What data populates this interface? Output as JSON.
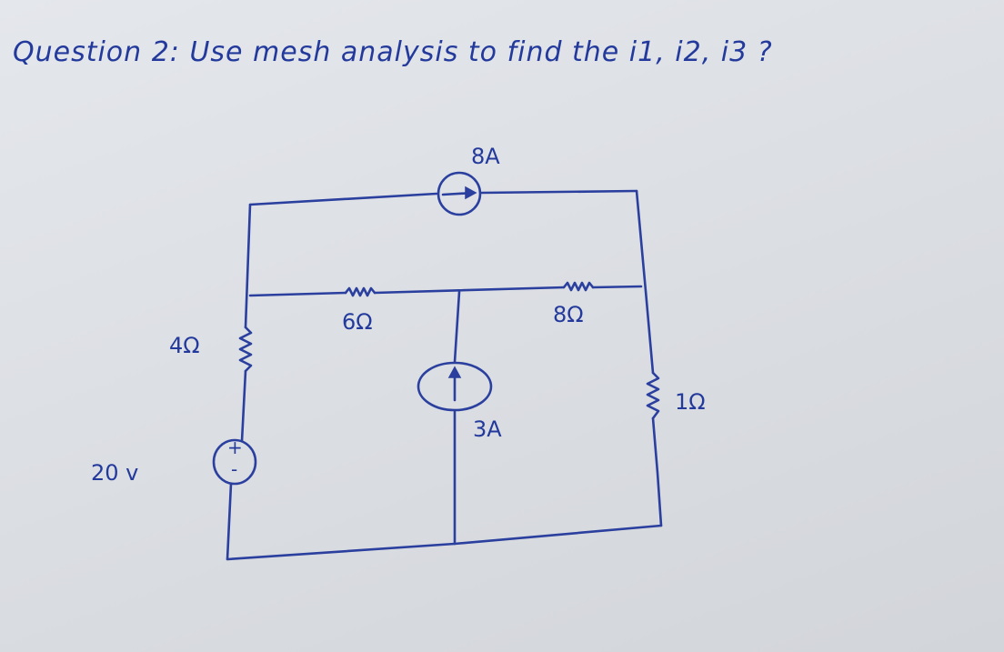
{
  "question": {
    "text": "Question 2: Use mesh analysis to find the i1, i2, i3 ?"
  },
  "circuit": {
    "source_top": {
      "label": "8A",
      "icon": "current-source-arrow-right-icon"
    },
    "source_middle": {
      "label": "3A",
      "icon": "current-source-arrow-up-icon"
    },
    "voltage_source": {
      "label": "20 v",
      "plus": "+",
      "minus": "-",
      "icon": "voltage-source-icon"
    },
    "resistor_left": {
      "label": "4Ω"
    },
    "resistor_mid_left": {
      "label": "6Ω"
    },
    "resistor_mid_right": {
      "label": "8Ω"
    },
    "resistor_right": {
      "label": "1Ω"
    },
    "ink_color": "#2a3f9e",
    "paper_color": "#dfe2e7"
  }
}
